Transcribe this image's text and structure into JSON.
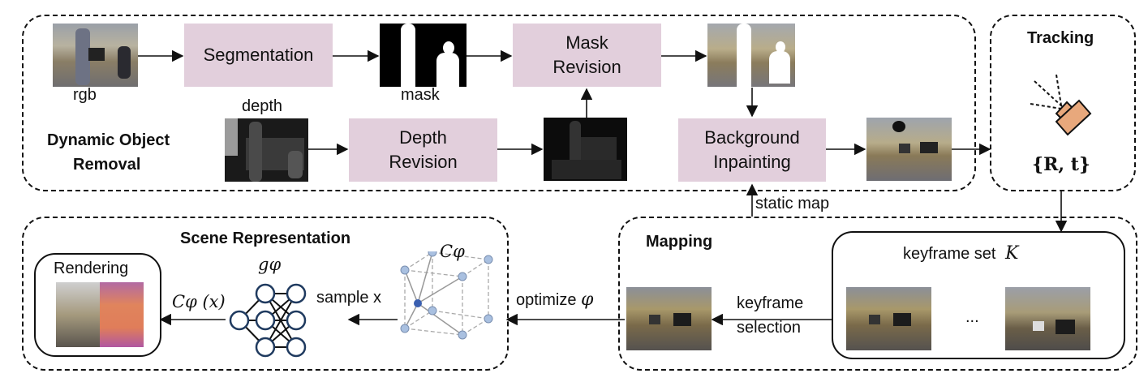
{
  "panels": {
    "dynamic_object_removal": {
      "title_line1": "Dynamic Object",
      "title_line2": "Removal",
      "inputs": {
        "rgb_label": "rgb",
        "depth_label": "depth",
        "mask_label": "mask"
      },
      "boxes": {
        "segmentation": "Segmentation",
        "mask_revision_line1": "Mask",
        "mask_revision_line2": "Revision",
        "depth_revision_line1": "Depth",
        "depth_revision_line2": "Revision",
        "background_inpainting_line1": "Background",
        "background_inpainting_line2": "Inpainting"
      }
    },
    "tracking": {
      "title": "Tracking",
      "icon": "camera-icon",
      "pose_formula": "{R, t}"
    },
    "scene_representation": {
      "title": "Scene Representation",
      "rendering_label": "Rendering",
      "color_fn_label": "Cφ (x)",
      "network_label": "gφ",
      "sample_label": "sample x",
      "grid_label": "Cφ"
    },
    "mapping": {
      "title": "Mapping",
      "keyframe_set_label": "keyframe set",
      "keyframe_set_symbol": "K",
      "ellipsis": "...",
      "selection_line1": "keyframe",
      "selection_line2": "selection"
    }
  },
  "edges": {
    "static_map": "static map",
    "optimize": "optimize",
    "optimize_symbol": "φ"
  },
  "colors": {
    "box_fill": "#e2cfdc",
    "camera_fill": "#e8a87c",
    "node_stroke": "#1f3a5f",
    "grid_node": "#a9c0e0",
    "grid_node_active": "#3a5fb0"
  }
}
